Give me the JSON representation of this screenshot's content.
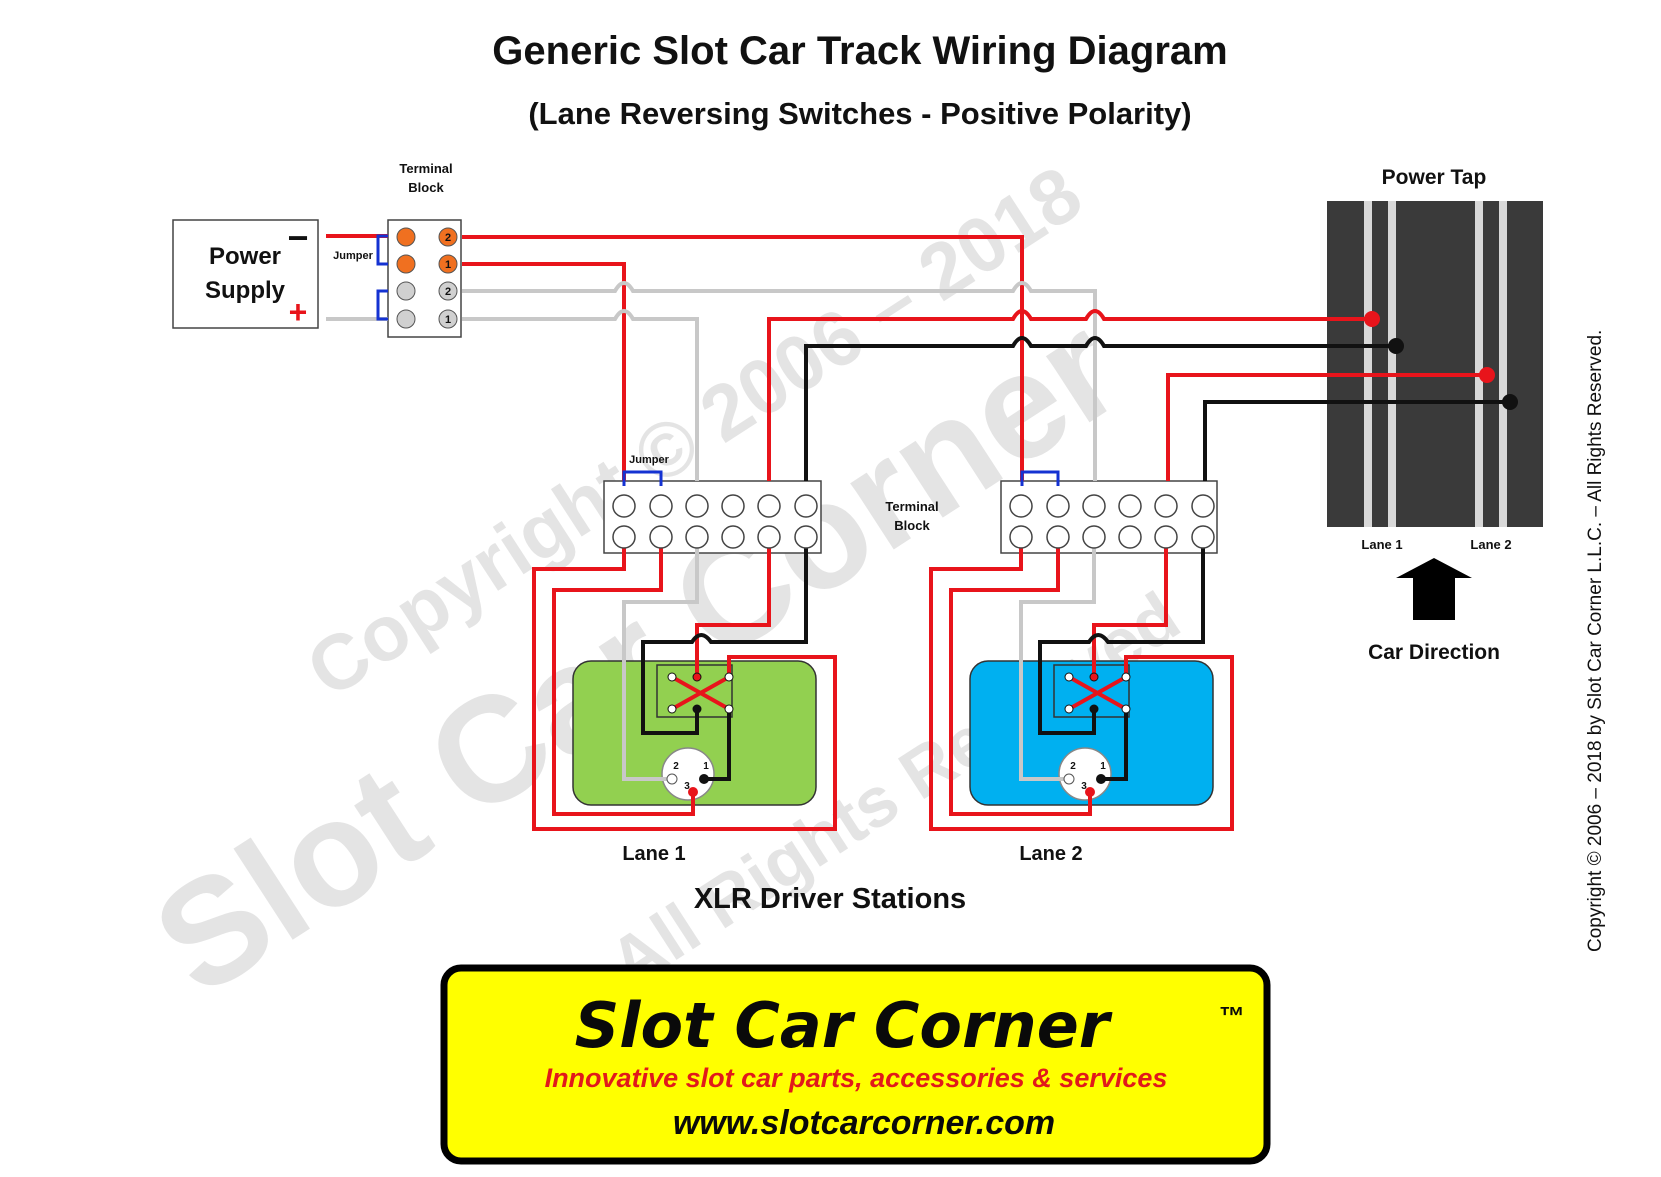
{
  "title": "Generic Slot Car Track Wiring Diagram",
  "subtitle": "(Lane Reversing Switches - Positive Polarity)",
  "power_supply": {
    "label_line1": "Power",
    "label_line2": "Supply",
    "minus": "−",
    "plus": "+"
  },
  "terminal_block_top": {
    "label_line1": "Terminal",
    "label_line2": "Block",
    "jumper_label": "Jumper",
    "terminals": [
      "2",
      "1",
      "2",
      "1"
    ]
  },
  "terminal_block_mid": {
    "label_line1": "Terminal",
    "label_line2": "Block",
    "jumper_label": "Jumper"
  },
  "power_tap": {
    "label": "Power Tap",
    "lane1_label": "Lane 1",
    "lane2_label": "Lane 2"
  },
  "car_direction": "Car Direction",
  "stations": {
    "lane1_label": "Lane 1",
    "lane2_label": "Lane 2",
    "caption": "XLR Driver Stations",
    "lane1_color": "#92d050",
    "lane2_color": "#00b0f0",
    "xlr_pins": [
      "2",
      "1",
      "3"
    ]
  },
  "watermark": {
    "line1": "Copyright © 2006 – 2018",
    "line2": "Slot Car Corner",
    "line3": "All Rights Reserved"
  },
  "copyright_vertical": "Copyright © 2006 – 2018 by Slot Car Corner L.L.C. – All Rights Reserved.",
  "logo": {
    "title": "Slot Car Corner",
    "tm": "™",
    "tagline": "Innovative slot car parts, accessories & services",
    "url": "www.slotcarcorner.com",
    "background": "#ffff00"
  },
  "colors": {
    "red_wire": "#e8141b",
    "black_wire": "#111111",
    "grey_wire": "#c8c8c8",
    "jumper": "#1432d2",
    "terminal_orange": "#f07020",
    "track": "#3a3a3a"
  }
}
